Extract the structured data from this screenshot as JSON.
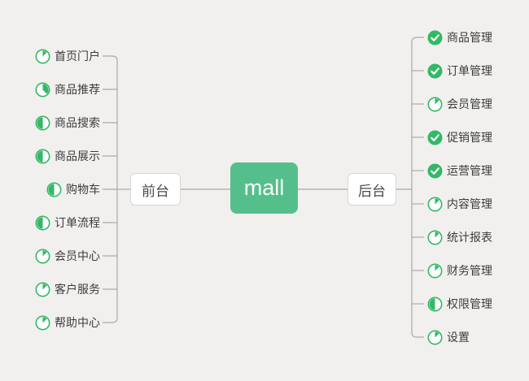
{
  "root": {
    "label": "mall"
  },
  "branches": {
    "left": {
      "label": "前台",
      "items": [
        {
          "label": "首页门户",
          "icon": "progress-1-8"
        },
        {
          "label": "商品推荐",
          "icon": "progress-3-8"
        },
        {
          "label": "商品搜索",
          "icon": "progress-half"
        },
        {
          "label": "商品展示",
          "icon": "progress-half"
        },
        {
          "label": "购物车",
          "icon": "progress-half"
        },
        {
          "label": "订单流程",
          "icon": "progress-half"
        },
        {
          "label": "会员中心",
          "icon": "progress-1-8"
        },
        {
          "label": "客户服务",
          "icon": "progress-1-8"
        },
        {
          "label": "帮助中心",
          "icon": "progress-1-8"
        }
      ]
    },
    "right": {
      "label": "后台",
      "items": [
        {
          "label": "商品管理",
          "icon": "done-check"
        },
        {
          "label": "订单管理",
          "icon": "done-check"
        },
        {
          "label": "会员管理",
          "icon": "progress-1-8"
        },
        {
          "label": "促销管理",
          "icon": "done-check"
        },
        {
          "label": "运营管理",
          "icon": "done-check"
        },
        {
          "label": "内容管理",
          "icon": "progress-1-8"
        },
        {
          "label": "统计报表",
          "icon": "progress-1-8"
        },
        {
          "label": "财务管理",
          "icon": "progress-1-8"
        },
        {
          "label": "权限管理",
          "icon": "progress-half"
        },
        {
          "label": "设置",
          "icon": "progress-1-8"
        }
      ]
    }
  },
  "colors": {
    "background": "#f1f0ee",
    "line": "#aaa9a6",
    "root_bg": "#55bf8b",
    "root_text": "#ffffff",
    "node_bg": "#ffffff",
    "node_border": "#d9d7d3",
    "node_text": "#4a4a4a",
    "item_text": "#3c3c3c",
    "icon_green": "#33b866"
  }
}
